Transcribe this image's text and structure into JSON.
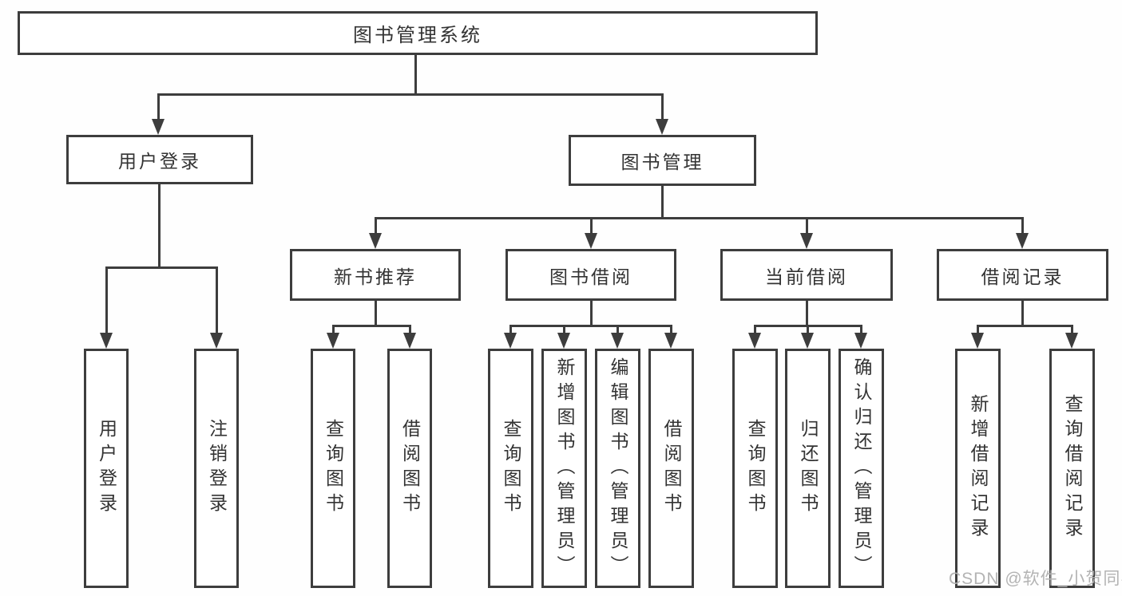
{
  "tree": {
    "label": "图书管理系统",
    "children": [
      {
        "label": "用户登录",
        "children": [
          {
            "label": "用户登录"
          },
          {
            "label": "注销登录"
          }
        ]
      },
      {
        "label": "图书管理",
        "children": [
          {
            "label": "新书推荐",
            "children": [
              {
                "label": "查询图书"
              },
              {
                "label": "借阅图书"
              }
            ]
          },
          {
            "label": "图书借阅",
            "children": [
              {
                "label": "查询图书"
              },
              {
                "label": "新增图书（管理员）"
              },
              {
                "label": "编辑图书（管理员）"
              },
              {
                "label": "借阅图书"
              }
            ]
          },
          {
            "label": "当前借阅",
            "children": [
              {
                "label": "查询图书"
              },
              {
                "label": "归还图书"
              },
              {
                "label": "确认归还（管理员）"
              }
            ]
          },
          {
            "label": "借阅记录",
            "children": [
              {
                "label": "新增借阅记录"
              },
              {
                "label": "查询借阅记录"
              }
            ]
          }
        ]
      }
    ]
  },
  "watermark": {
    "text": "CSDN @软件_小贺同学",
    "color": "#b3b3b3"
  },
  "colors": {
    "line": "#3d3d3d",
    "border": "#3d3d3d",
    "text": "#333333",
    "background": "#ffffff"
  }
}
